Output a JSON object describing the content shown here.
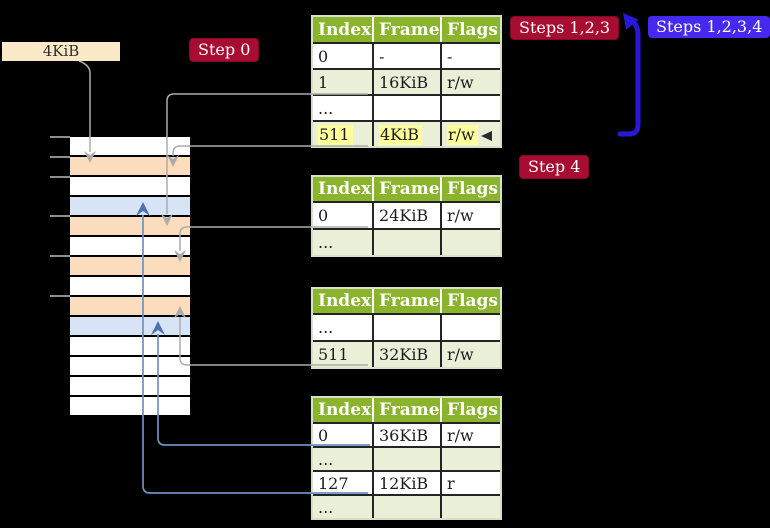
{
  "labels": {
    "mem_box": "4KiB",
    "step0": "Step 0",
    "steps123": "Steps 1,2,3",
    "steps1234": "Steps 1,2,3,4",
    "step4": "Step 4"
  },
  "colors": {
    "header_green": "#8BB42D",
    "row_green": "#EAF0D8",
    "highlight_yellow": "#FFFF9B",
    "frame_peach": "#FBDCBD",
    "frame_blue": "#D7E4F5",
    "mem_label_bg": "#FAE9C7",
    "badge_red": "#A60D30",
    "badge_blue": "#4629EE",
    "arrow_blue": "#2A18D8",
    "arrow_steel": "#4C72B2",
    "connector_gray": "#ACACAC",
    "connector_blue": "#6F91C3"
  },
  "memory_strip": {
    "rows": [
      "white",
      "peach",
      "white",
      "blue",
      "peach",
      "white",
      "peach",
      "white",
      "peach",
      "blue",
      "white",
      "white",
      "white",
      "white"
    ]
  },
  "tables": [
    {
      "name": "page-table-top",
      "headers": [
        "Index",
        "Frame",
        "Flags"
      ],
      "rows": [
        {
          "cells": [
            "0",
            "-",
            "-"
          ],
          "shaded": false,
          "highlight": false
        },
        {
          "cells": [
            "1",
            "16KiB",
            "r/w"
          ],
          "shaded": true,
          "highlight": false
        },
        {
          "cells": [
            "...",
            "",
            ""
          ],
          "shaded": false,
          "highlight": false
        },
        {
          "cells": [
            "511",
            "4KiB",
            "r/w"
          ],
          "shaded": true,
          "highlight": true
        }
      ]
    },
    {
      "name": "page-table-second",
      "headers": [
        "Index",
        "Frame",
        "Flags"
      ],
      "rows": [
        {
          "cells": [
            "0",
            "24KiB",
            "r/w"
          ],
          "shaded": false,
          "highlight": false
        },
        {
          "cells": [
            "...",
            "",
            ""
          ],
          "shaded": true,
          "highlight": false
        }
      ]
    },
    {
      "name": "page-table-third",
      "headers": [
        "Index",
        "Frame",
        "Flags"
      ],
      "rows": [
        {
          "cells": [
            "...",
            "",
            ""
          ],
          "shaded": false,
          "highlight": false
        },
        {
          "cells": [
            "511",
            "32KiB",
            "r/w"
          ],
          "shaded": true,
          "highlight": false
        }
      ]
    },
    {
      "name": "page-table-bottom",
      "headers": [
        "Index",
        "Frame",
        "Flags"
      ],
      "rows": [
        {
          "cells": [
            "0",
            "36KiB",
            "r/w"
          ],
          "shaded": false,
          "highlight": false
        },
        {
          "cells": [
            "...",
            "",
            ""
          ],
          "shaded": true,
          "highlight": false
        },
        {
          "cells": [
            "127",
            "12KiB",
            "r"
          ],
          "shaded": false,
          "highlight": false
        },
        {
          "cells": [
            "...",
            "",
            ""
          ],
          "shaded": true,
          "highlight": false
        }
      ]
    }
  ]
}
